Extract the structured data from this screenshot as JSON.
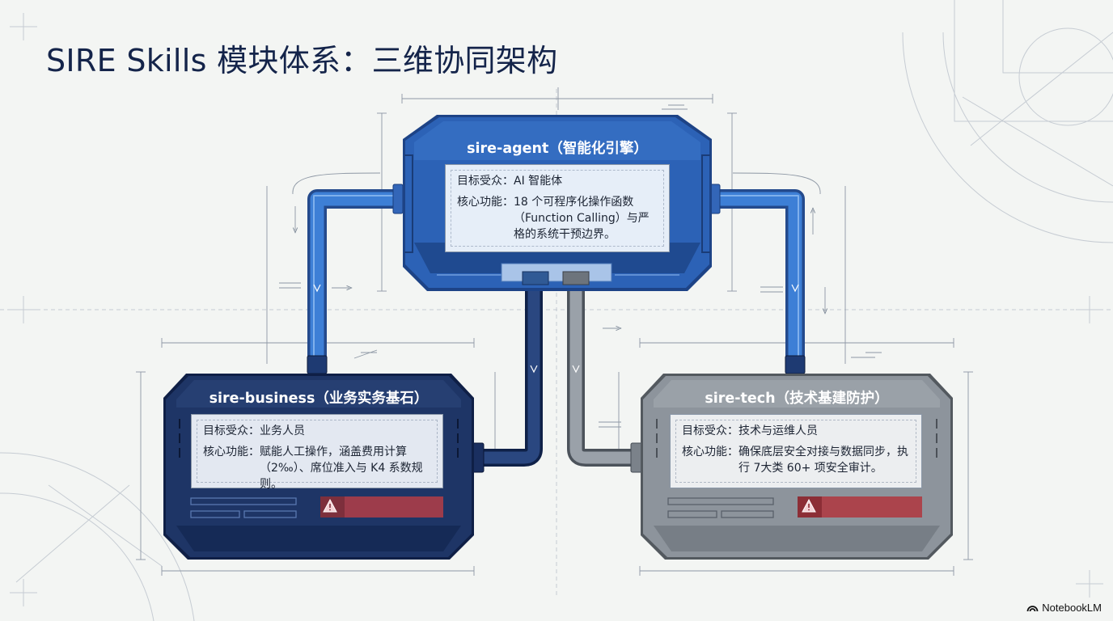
{
  "page": {
    "title": "SIRE Skills 模块体系：三维协同架构",
    "watermark": "NotebookLM"
  },
  "modules": {
    "agent": {
      "title": "sire-agent（智能化引擎）",
      "audience_label": "目标受众：",
      "audience": "AI 智能体",
      "function_label": "核心功能：",
      "function": "18 个可程序化操作函数（Function Calling）与严格的系统干预边界。",
      "color": "#2e64b8"
    },
    "business": {
      "title": "sire-business（业务实务基石）",
      "audience_label": "目标受众：",
      "audience": "业务人员",
      "function_label": "核心功能：",
      "function": "赋能人工操作，涵盖费用计算（2‰）、席位准入与 K4 系数规则。",
      "color": "#1e3566"
    },
    "tech": {
      "title": "sire-tech（技术基建防护）",
      "audience_label": "目标受众：",
      "audience": "技术与运维人员",
      "function_label": "核心功能：",
      "function": "确保底层安全对接与数据同步，执行 7大类 60+ 项安全审计。",
      "color": "#8d949c"
    }
  },
  "icons": {
    "warning": "warning-icon",
    "watermark_logo": "notebooklm-logo-icon"
  }
}
